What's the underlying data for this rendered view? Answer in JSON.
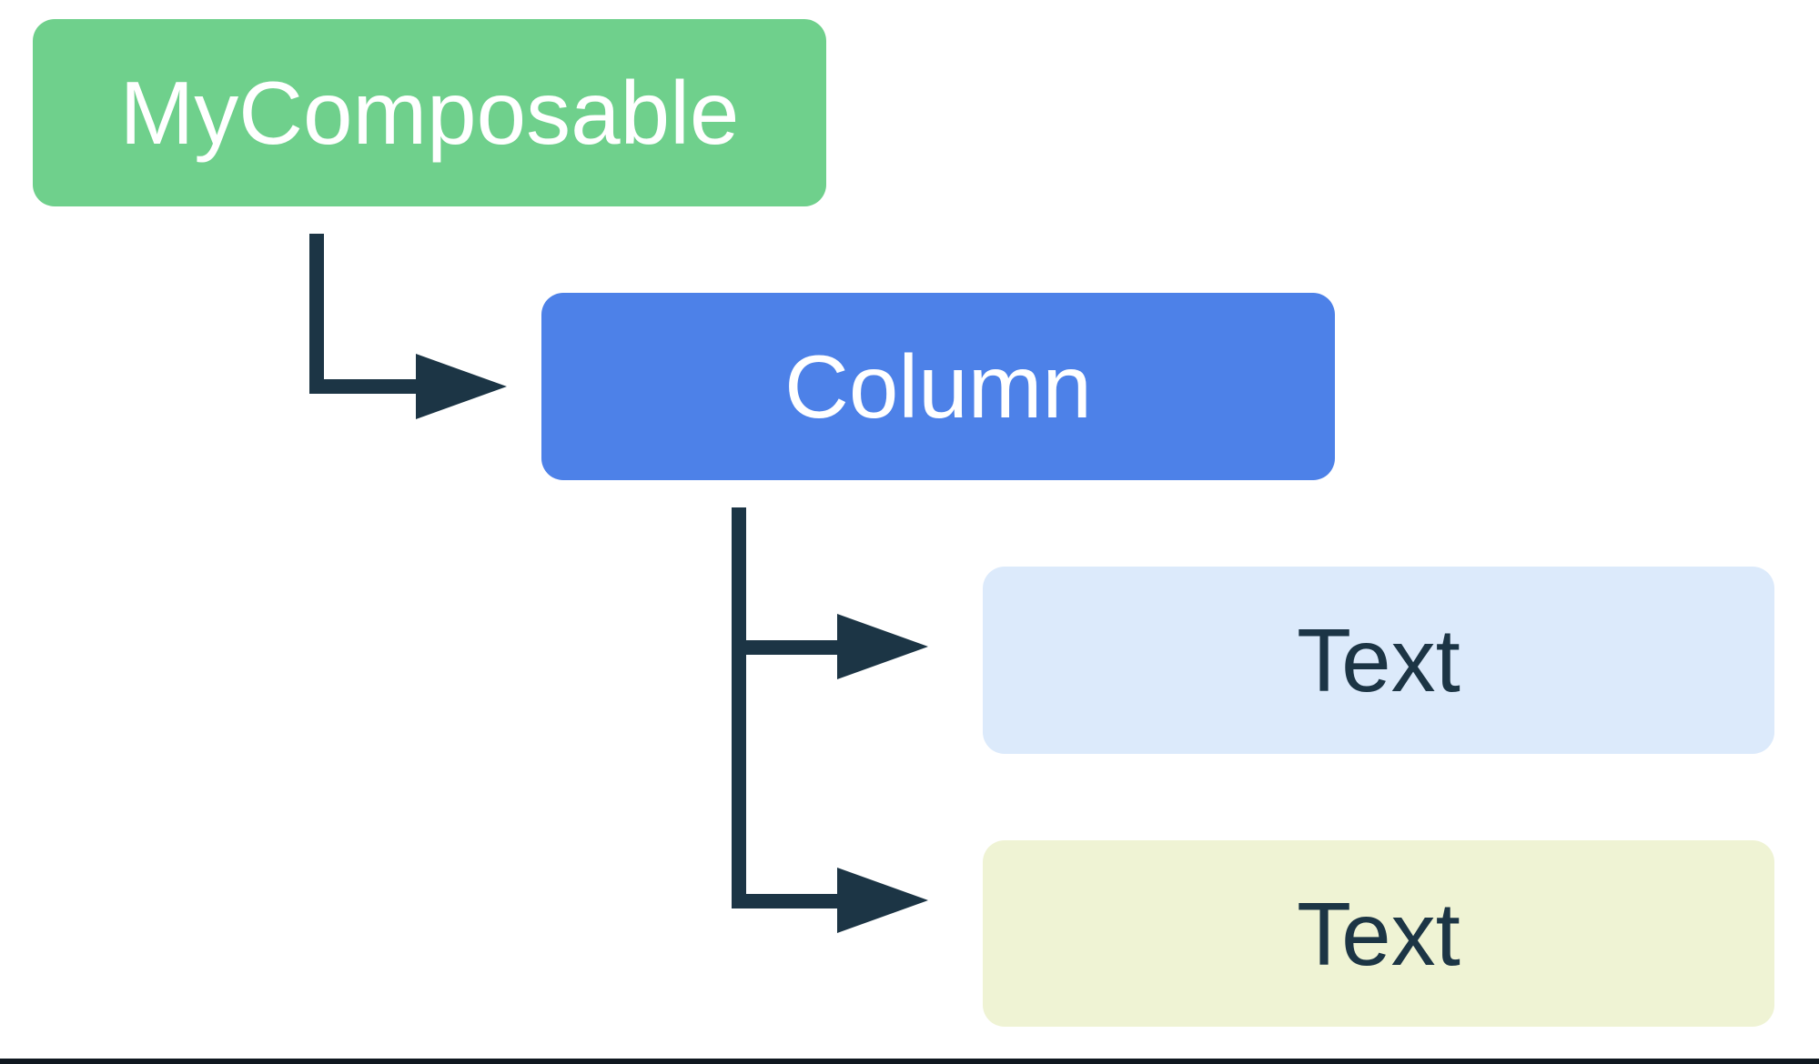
{
  "diagram": {
    "background": "#FFFFFF",
    "connector_color": "#1C3545",
    "bottom_rule_color": "#101820",
    "nodes": [
      {
        "id": "mycomposable",
        "label": "MyComposable",
        "fill": "#6FD08C",
        "text_color": "#FFFFFF"
      },
      {
        "id": "column",
        "label": "Column",
        "fill": "#4D81E8",
        "text_color": "#FFFFFF"
      },
      {
        "id": "text-1",
        "label": "Text",
        "fill": "#DCEAFB",
        "text_color": "#1C3545"
      },
      {
        "id": "text-2",
        "label": "Text",
        "fill": "#EFF3D4",
        "text_color": "#1C3545"
      }
    ],
    "edges": [
      {
        "from": "mycomposable",
        "to": "column"
      },
      {
        "from": "column",
        "to": "text-1"
      },
      {
        "from": "column",
        "to": "text-2"
      }
    ]
  }
}
